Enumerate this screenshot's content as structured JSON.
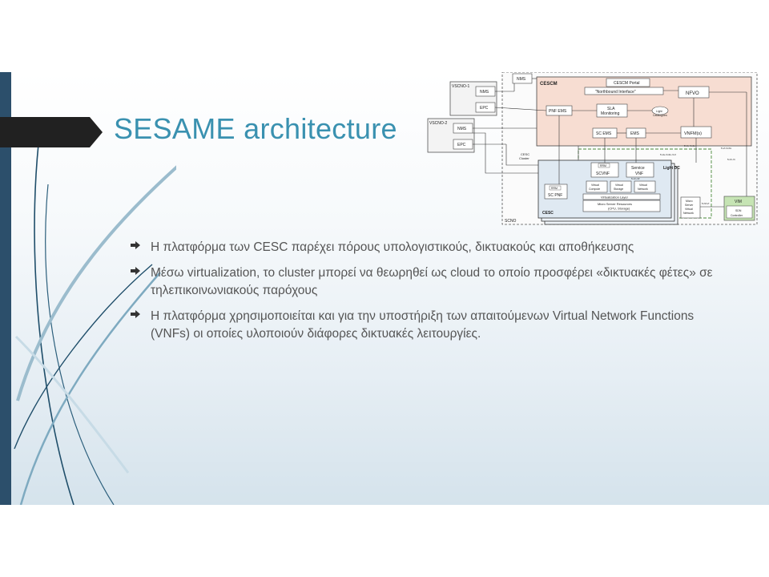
{
  "slide": {
    "title": "SESAME architecture",
    "bullets": [
      "Η πλατφόρμα των CESC παρέχει πόρους υπολογιστικούς, δικτυακούς και αποθήκευσης",
      "Μέσω virtualization, το cluster μπορεί να θεωρηθεί ως cloud το οποίο προσφέρει «δικτυακές φέτες» σε τηλεπικοινωνιακούς παρόχους",
      "Η πλατφόρμα χρησιμοποιείται και για την υποστήριξη των απαιτούμενων Virtual Network Functions (VNFs) οι οποίες υλοποιούν διάφορες δικτυακές λειτουργίες."
    ]
  },
  "diagram": {
    "vscno1": "VSCNO-1",
    "vscno2": "VSCNO-2",
    "nms": "NMS",
    "epc": "EPC",
    "cescm": "CESCM",
    "cescm_portal": "CESCM Portal",
    "northbound": "\"Northbound Interface\"",
    "nfvo": "NFVO",
    "pnf_ems": "PNF EMS",
    "sla": "SLA",
    "monitoring": "Monitoring",
    "light_catalogue": "Light",
    "catalogues": "Catalogues",
    "sc_ems": "SC EMS",
    "ems": "EMS",
    "vnfm": "VNFM(s)",
    "cesc_cluster_1": "CESC",
    "cesc_cluster_2": "Cluster",
    "rrm": "RRM",
    "scvnf": "SCVNF",
    "service_vnf_1": "Service",
    "service_vnf_2": "VNF",
    "light_dc": "Light DC",
    "sc_pnf": "SC PNF",
    "vcompute_1": "Virtual",
    "vcompute_2": "Compute",
    "vstorage_1": "Virtual",
    "vstorage_2": "Storage",
    "vnetwork_1": "Virtual",
    "vnetwork_2": "Network",
    "virt_layer": "Virtualization Layer",
    "msr_1": "Micro Server Resources",
    "msr_2": "(CPU, Storage)",
    "micro_1": "Micro",
    "micro_2": "Server",
    "micro_3": "Virtual",
    "micro_4": "Network",
    "cesc": "CESC",
    "scno": "SCNO",
    "vim": "VIM",
    "sdn_1": "SDN",
    "sdn_2": "Controller",
    "if_vivnfm": "5-Vi-Vnfm",
    "if_vevnfm": "5-Ve-Vnfm",
    "if_vevnfmvnf": "5-Ve-Vnfm-Vnf",
    "if_orvi": "5-Or-Vi",
    "if_vnnf": "5-Vn-Nf",
    "if_nfvi": "5-Nf-Vi"
  }
}
